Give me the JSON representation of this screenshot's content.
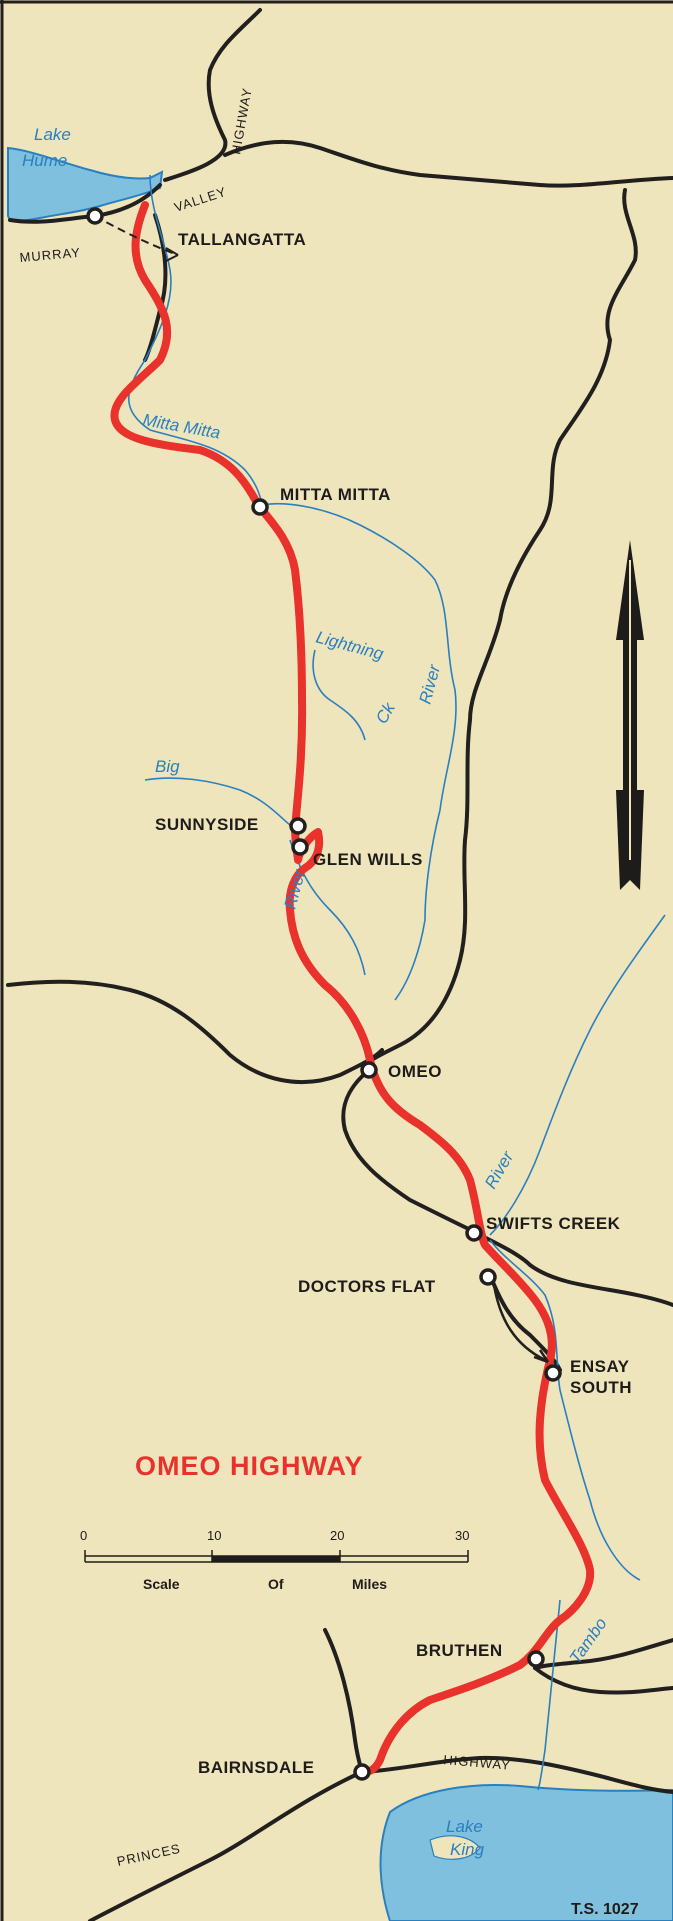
{
  "map": {
    "title": "OMEO HIGHWAY",
    "reference": "T.S. 1027",
    "colors": {
      "paper": "#efe5bd",
      "omeo_highway": "#e8322b",
      "roads": "#22201e",
      "water": "#2a7fbf",
      "lake_fill": "#7fc0df"
    }
  },
  "towns": {
    "tallangatta": "TALLANGATTA",
    "mitta_mitta": "MITTA MITTA",
    "sunnyside": "SUNNYSIDE",
    "glen_wills": "GLEN WILLS",
    "omeo": "OMEO",
    "swifts_creek": "SWIFTS CREEK",
    "doctors_flat": "DOCTORS FLAT",
    "ensay_line1": "ENSAY",
    "ensay_line2": "SOUTH",
    "bruthen": "BRUTHEN",
    "bairnsdale": "BAIRNSDALE"
  },
  "roads": {
    "murray": "MURRAY",
    "valley": "VALLEY",
    "highway_north": "HIGHWAY",
    "highway_south": "HIGHWAY",
    "princes": "PRINCES"
  },
  "water": {
    "lake_hume_line1": "Lake",
    "lake_hume_line2": "Hume",
    "mitta_mitta_river": "Mitta Mitta",
    "lightning_line1": "Lightning",
    "lightning_line2": "Ck",
    "mitta_river": "River",
    "big_line1": "Big",
    "big_line2": "River",
    "tambo_river_upper": "River",
    "tambo": "Tambo",
    "lake_king_line1": "Lake",
    "lake_king_line2": "King"
  },
  "scale": {
    "ticks": [
      "0",
      "10",
      "20",
      "30"
    ],
    "word1": "Scale",
    "word2": "Of",
    "word3": "Miles"
  },
  "north_arrow_icon": "north-arrow-icon"
}
